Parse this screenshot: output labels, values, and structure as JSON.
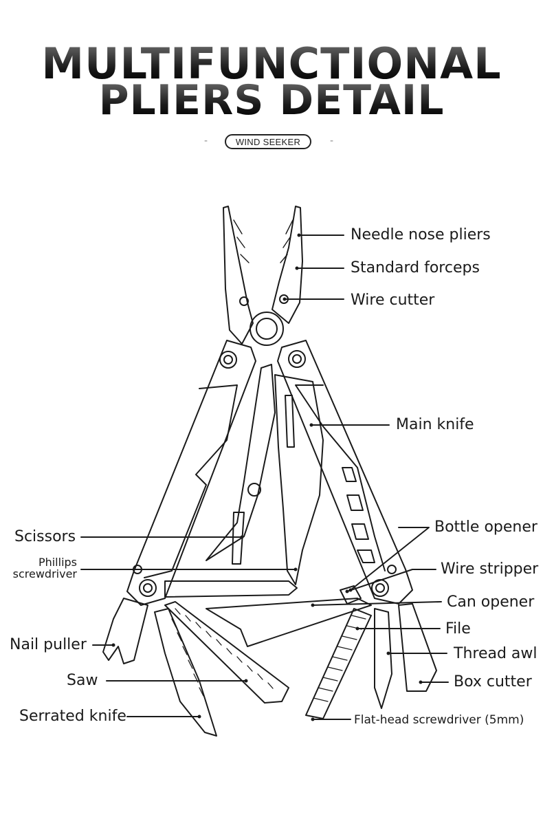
{
  "title": {
    "line1": "MULTIFUNCTIONAL",
    "line2": "PLIERS DETAIL"
  },
  "brand": {
    "name": "WIND SEEKER",
    "dash_left": "-",
    "dash_right": "-"
  },
  "callouts": {
    "needle_nose_pliers": "Needle nose pliers",
    "standard_forceps": "Standard forceps",
    "wire_cutter": "Wire cutter",
    "main_knife": "Main knife",
    "scissors": "Scissors",
    "phillips_screwdriver_1": "Phillips",
    "phillips_screwdriver_2": "screwdriver",
    "bottle_opener": "Bottle opener",
    "wire_stripper": "Wire stripper",
    "can_opener": "Can opener",
    "file": "File",
    "nail_puller": "Nail puller",
    "thread_awl": "Thread awl",
    "saw": "Saw",
    "box_cutter": "Box cutter",
    "serrated_knife": "Serrated knife",
    "flat_head_screwdriver": "Flat-head screwdriver (5mm)"
  },
  "colors": {
    "line": "#1a1a1a",
    "title_dark": "#000000",
    "title_light": "#6b6b6b"
  }
}
